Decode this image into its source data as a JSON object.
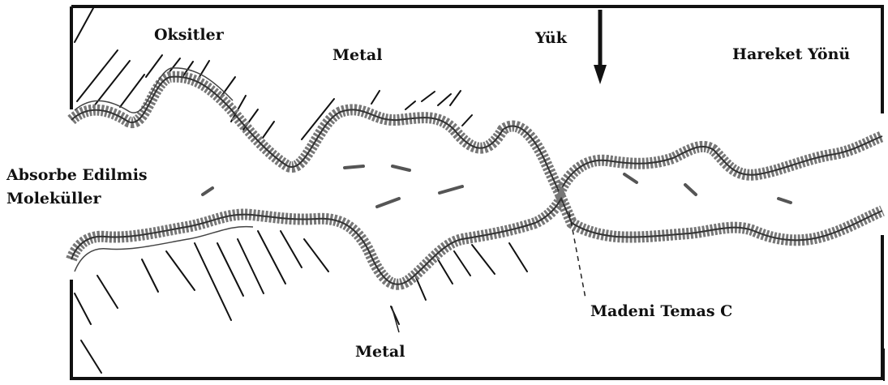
{
  "labels": {
    "oxides": "Oksitler",
    "metal_top": "Metal",
    "load": "Yük",
    "motion_direction": "Hareket Yönü",
    "absorbed_line1": "Absorbe Edilmis",
    "absorbed_line2": "Moleküller",
    "metallic_contact": "Madeni Temas C",
    "metal_bottom": "Metal"
  },
  "colors": {
    "frame": "#111111",
    "surface_fill": "#777777",
    "hatch": "#111111",
    "text": "#111111"
  }
}
